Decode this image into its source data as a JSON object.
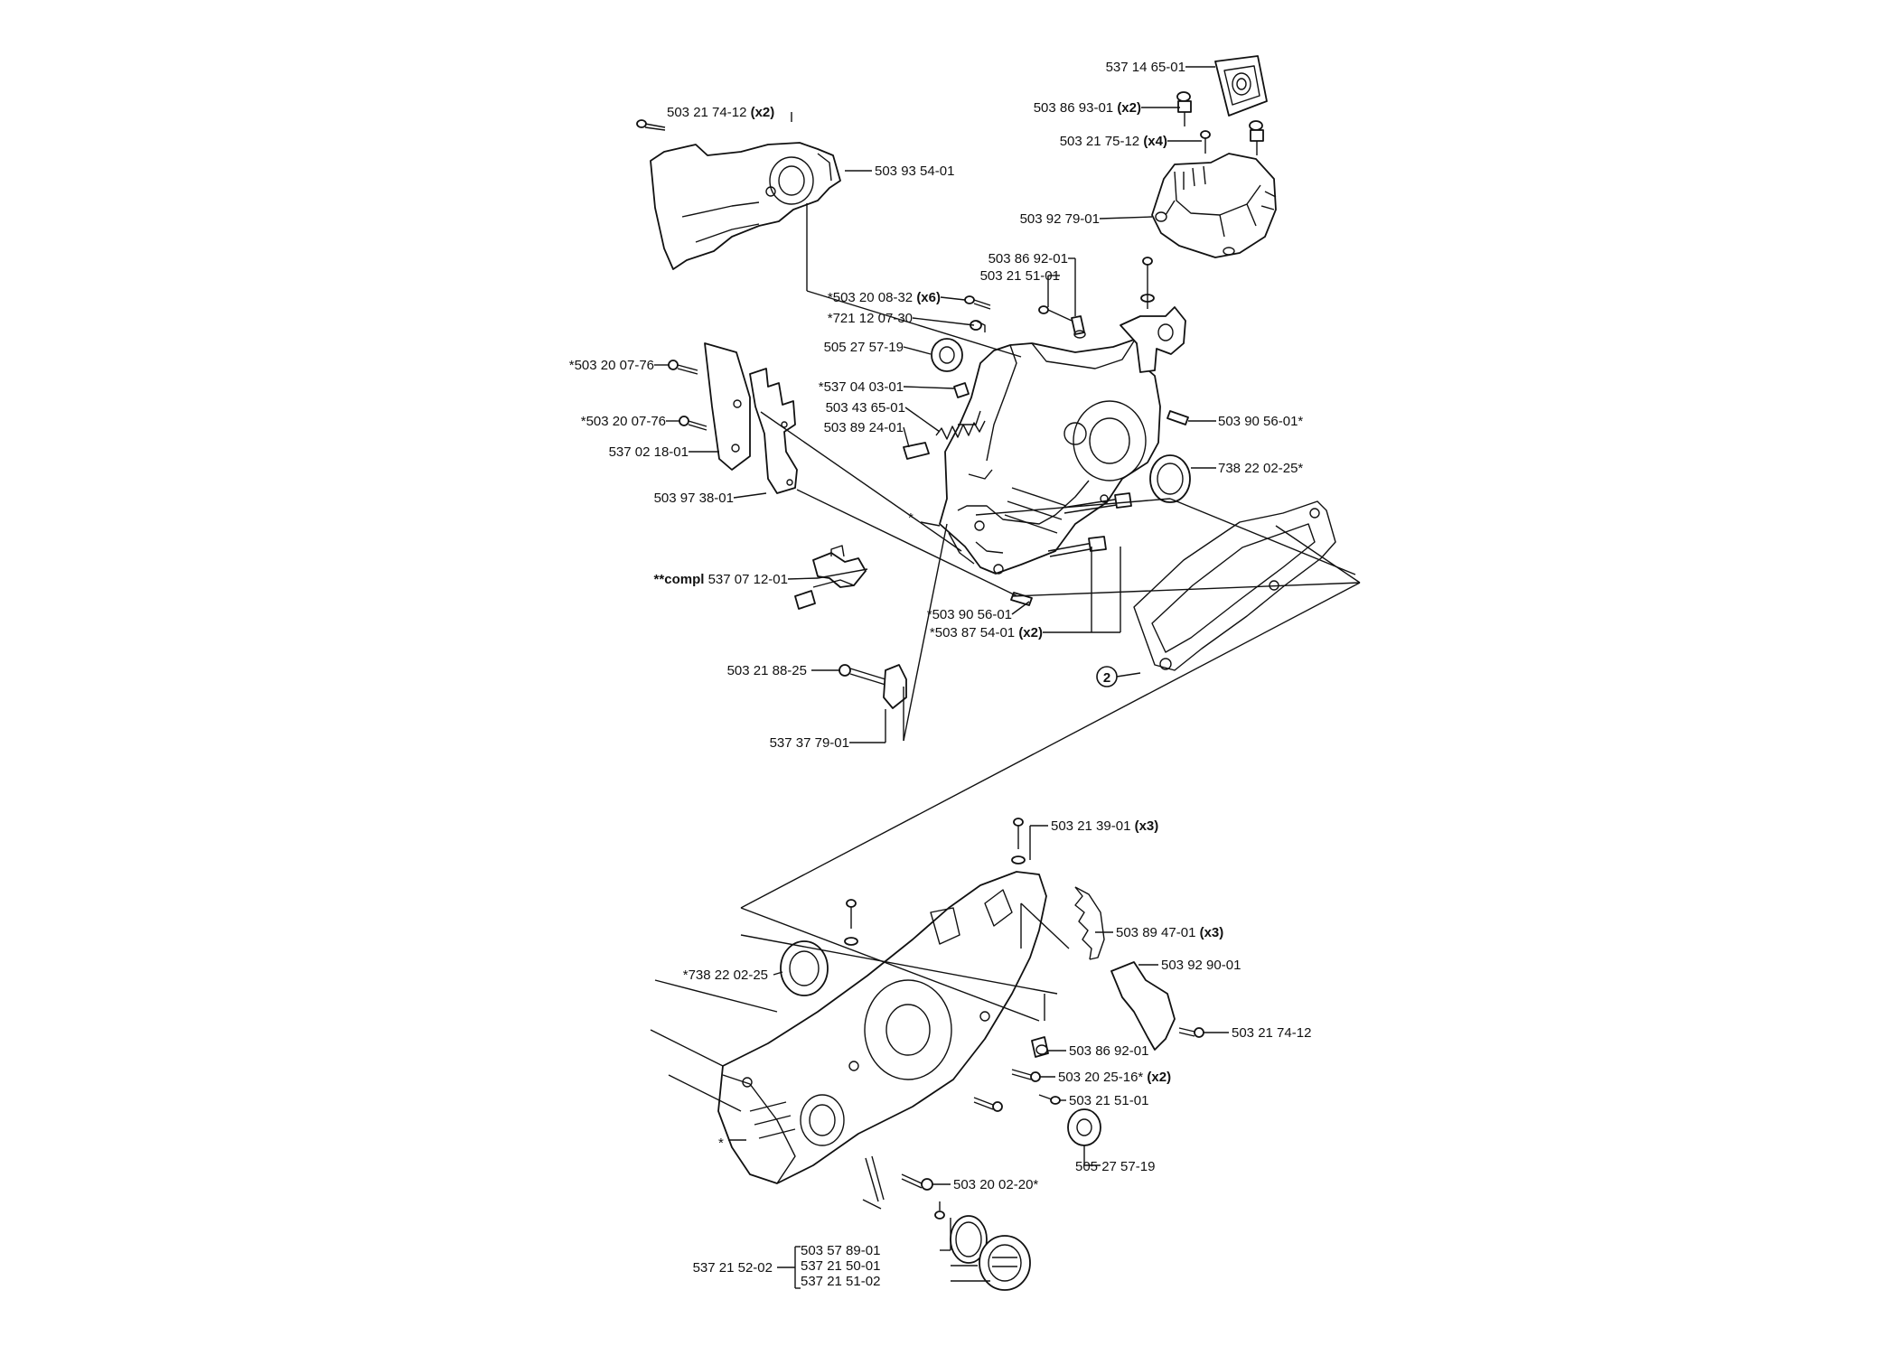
{
  "callout_number": "2",
  "labels": {
    "l01": {
      "text": "537 14 65-01",
      "qty": ""
    },
    "l02": {
      "text": "503 86 93-01",
      "qty": "(x2)"
    },
    "l03": {
      "text": "503 21 75-12",
      "qty": "(x4)"
    },
    "l04": {
      "text": "503 92 79-01",
      "qty": ""
    },
    "l05": {
      "text": "503 21 74-12",
      "qty": "(x2)"
    },
    "l06": {
      "text": "503 93 54-01",
      "qty": ""
    },
    "l07": {
      "text": "503 86 92-01",
      "qty": ""
    },
    "l08": {
      "text": "503 21 51-01",
      "qty": ""
    },
    "l09": {
      "text": "*503 20 08-32",
      "qty": "(x6)"
    },
    "l10": {
      "text": "*721 12 07-30",
      "qty": ""
    },
    "l11": {
      "text": "505 27 57-19",
      "qty": ""
    },
    "l12": {
      "text": "*503 20 07-76",
      "qty": ""
    },
    "l13": {
      "text": "*537 04 03-01",
      "qty": ""
    },
    "l14": {
      "text": "*503 20 07-76",
      "qty": ""
    },
    "l15": {
      "text": "503 43 65-01",
      "qty": ""
    },
    "l16": {
      "text": "503 89 24-01",
      "qty": ""
    },
    "l17": {
      "text": "537 02 18-01",
      "qty": ""
    },
    "l18": {
      "text": "503 90 56-01*",
      "qty": ""
    },
    "l19": {
      "text": "738 22 02-25*",
      "qty": ""
    },
    "l20": {
      "text": "503 97 38-01",
      "qty": ""
    },
    "l21": {
      "text": "537 07 12-01",
      "prefix": "**compl"
    },
    "l22": {
      "text": "*503 90 56-01",
      "qty": ""
    },
    "l23": {
      "text": "*503 87 54-01",
      "qty": "(x2)"
    },
    "l24": {
      "text": "503 21 88-25",
      "qty": ""
    },
    "l25": {
      "text": "537 37 79-01",
      "qty": ""
    },
    "l26": {
      "text": "503 21 39-01",
      "qty": "(x3)"
    },
    "l27": {
      "text": "503 89 47-01",
      "qty": "(x3)"
    },
    "l28": {
      "text": "503 92 90-01",
      "qty": ""
    },
    "l29": {
      "text": "*738 22 02-25",
      "qty": ""
    },
    "l30": {
      "text": "503 21 74-12",
      "qty": ""
    },
    "l31": {
      "text": "503 86 92-01",
      "qty": ""
    },
    "l32": {
      "text": "503 20 25-16*",
      "qty": "(x2)"
    },
    "l33": {
      "text": "503 21 51-01",
      "qty": ""
    },
    "l34": {
      "text": "505 27 57-19",
      "qty": ""
    },
    "l35": {
      "text": "503 20 02-20*",
      "qty": ""
    },
    "l36": {
      "text": "503 57 89-01",
      "qty": ""
    },
    "l37": {
      "text": "537 21 50-01",
      "qty": ""
    },
    "l38": {
      "text": "537 21 51-02",
      "qty": ""
    },
    "l39": {
      "text": "537 21 52-02",
      "qty": ""
    },
    "star_top": "*",
    "star_bottom": "*"
  }
}
